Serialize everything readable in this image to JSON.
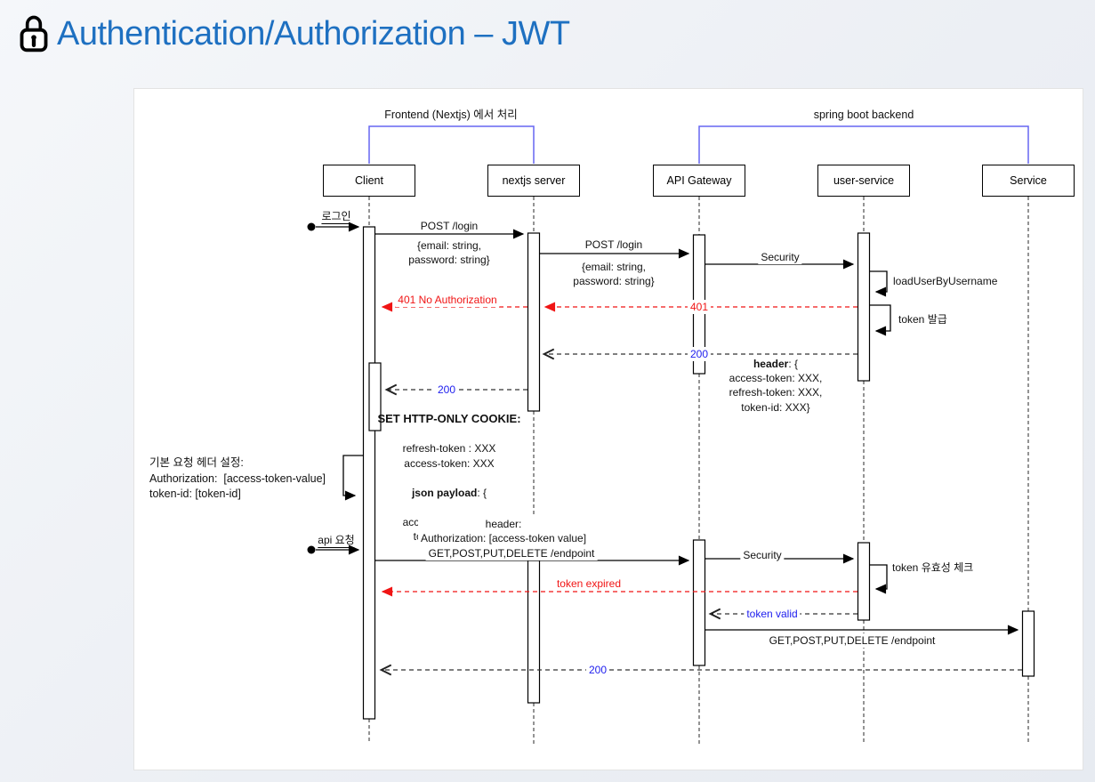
{
  "page": {
    "title": "Authentication/Authorization – JWT"
  },
  "diagram": {
    "groups": [
      {
        "label": "Frontend (Nextjs) 에서 처리"
      },
      {
        "label": "spring boot backend"
      }
    ],
    "lifelines": [
      {
        "label": "Client"
      },
      {
        "label": "nextjs server"
      },
      {
        "label": "API Gateway"
      },
      {
        "label": "user-service"
      },
      {
        "label": "Service"
      }
    ],
    "messages": {
      "login_trigger": "로그인",
      "post_login_1": "POST /login",
      "post_login_1_body": "{email: string,\npassword: string}",
      "post_login_2": "POST /login",
      "post_login_2_body": "{email: string,\npassword: string}",
      "security_1": "Security",
      "load_user": "loadUserByUsername",
      "token_issue": "token 발급",
      "err_401": "401",
      "err_401_no_auth": "401 No Authorization",
      "ok_200_backend": "200",
      "header_note_bold": "header",
      "header_note_rest": ": {",
      "header_note_body": "access-token: XXX,\nrefresh-token: XXX,\ntoken-id: XXX}",
      "ok_200_front": "200",
      "set_cookie_title": "SET HTTP-ONLY COOKIE:",
      "set_cookie_lines": "refresh-token : XXX\naccess-token: XXX",
      "json_payload_bold": "json payload",
      "json_payload_rest": ": {",
      "json_payload_body": "access-token: XXX,\ntoken-id: XXX }",
      "default_header_note": "기본 요청 헤더 설정:\nAuthorization:  [access-token-value]\ntoken-id: [token-id]",
      "api_request": "api 요청",
      "request_header_note": "header:\nAuthorization: [access-token value]",
      "get_endpoint_1": "GET,POST,PUT,DELETE /endpoint",
      "security_2": "Security",
      "token_check": "token 유효성 체크",
      "token_expired": "token expired",
      "token_valid": "token valid",
      "get_endpoint_2": "GET,POST,PUT,DELETE /endpoint",
      "ok_200_final": "200"
    },
    "colors": {
      "title": "#1E70C1",
      "group_bracket": "#6666F2",
      "error": "#F01414",
      "status_blue": "#2020EE"
    }
  }
}
